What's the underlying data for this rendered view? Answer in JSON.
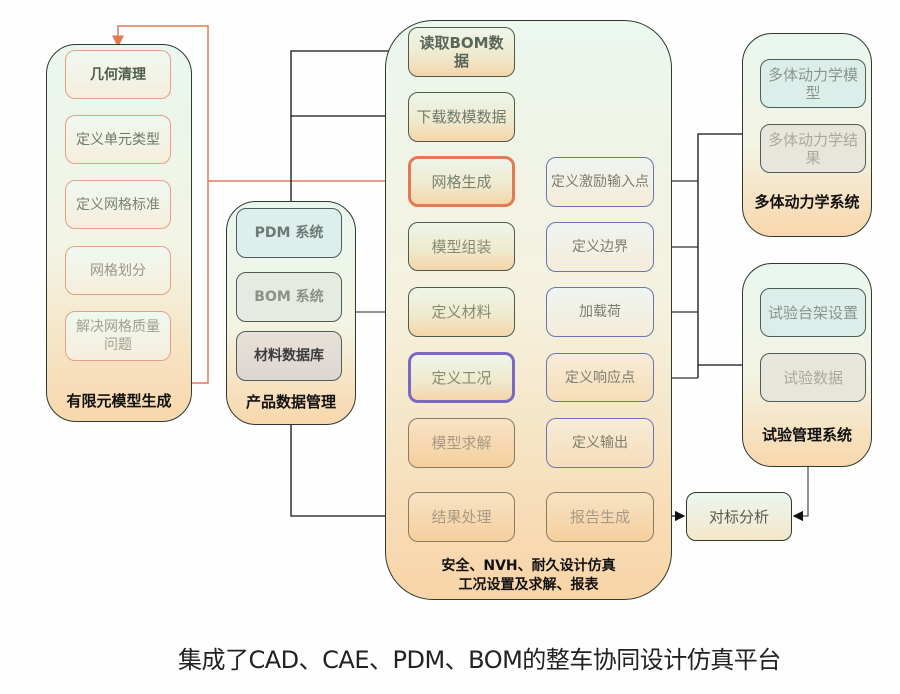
{
  "groups": {
    "fem": {
      "title": "有限元模型生成",
      "steps": [
        "几何清理",
        "定义单元类型",
        "定义网格标准",
        "网格划分",
        "解决网格质量问题"
      ]
    },
    "pdm": {
      "title": "产品数据管理",
      "items": [
        "PDM 系统",
        "BOM 系统",
        "材料数据库"
      ]
    },
    "center": {
      "title_line1": "安全、NVH、耐久设计仿真",
      "title_line2": "工况设置及求解、报表",
      "main_steps": [
        "读取BOM数据",
        "下载数模数据",
        "网格生成",
        "模型组装",
        "定义材料",
        "定义工况",
        "模型求解",
        "结果处理"
      ],
      "load_steps": [
        "定义激励输入点",
        "定义边界",
        "加载荷",
        "定义响应点",
        "定义输出"
      ],
      "report": "报告生成"
    },
    "mbd": {
      "title": "多体动力学系统",
      "items": [
        "多体动力学模型",
        "多体动力学结果"
      ]
    },
    "test": {
      "title": "试验管理系统",
      "items": [
        "试验台架设置",
        "试验数据"
      ]
    },
    "benchmark": "对标分析"
  },
  "colors": {
    "fem_flow": "#e07a56",
    "load_loop": "#6a6fc4",
    "data_flow": "#1a1a1a"
  },
  "caption": "集成了CAD、CAE、PDM、BOM的整车协同设计仿真平台"
}
